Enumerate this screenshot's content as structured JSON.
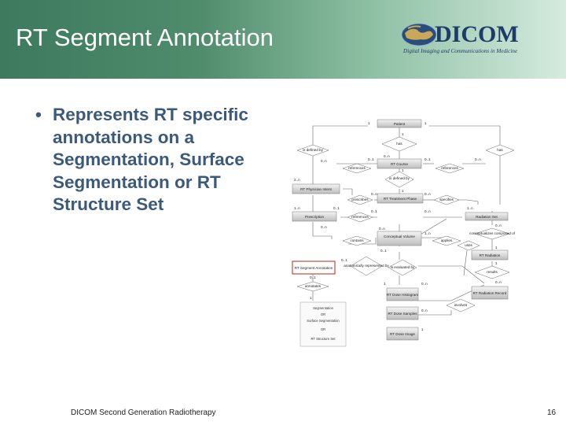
{
  "slide": {
    "title": "RT Segment Annotation",
    "bullet": "Represents RT specific annotations on a Segmentation, Surface Segmentation or RT Structure Set",
    "footer": "DICOM Second Generation Radiotherapy",
    "page_number": "16"
  },
  "logo": {
    "name": "DICOM",
    "tagline": "Digital Imaging and Communications in Medicine"
  },
  "colors": {
    "header_dark": "#3d7a5e",
    "header_light": "#d5ebde",
    "bullet_text": "#3b5a7a",
    "highlight": "#c0392b"
  },
  "diagram": {
    "entities": {
      "patient": "Patient",
      "rt_course": "RT Course",
      "rt_physician_intent": "RT Physician Intent",
      "rt_treatment_phase": "RT Treatment Phase",
      "prescription": "Prescription",
      "conceptual_volume": "Conceptual Volume",
      "radiation_set": "Radiation Set",
      "rt_radiation": "RT Radiation",
      "rt_segment_annotation": "RT Segment Annotation",
      "rt_dose_histogram": "RT Dose Histogram",
      "rt_dose_samples": "RT Dose Samples",
      "rt_dose_image": "RT Dose Image",
      "rt_radiation_record": "RT Radiation Record",
      "segmentation": "Segmentation",
      "or1": "OR",
      "surface_segmentation": "Surface Segmentation",
      "or2": "OR",
      "rt_structure_set": "RT Structure Set"
    },
    "relations": {
      "has1": "has",
      "has2": "has",
      "references1": "references",
      "references2": "references",
      "references3": "references",
      "is_defined_by": "is defined by",
      "prescribes": "prescribes",
      "specifies": "specifies",
      "contains": "contains",
      "applies": "applies",
      "is_defined_by2": "is defined by",
      "uses": "uses",
      "anatomically_represented_by": "anatomically represented by",
      "annotates": "annotates",
      "conceptualizes_composed_of": "conceptualizes composed of",
      "results": "results",
      "is_evaluated_by": "is evaluated by",
      "involves": "involves"
    },
    "cardinalities": {
      "c1": "1",
      "c2": "1",
      "c3": "1",
      "c4": "0..n",
      "c5": "0..1",
      "c6": "0..n",
      "c7": "0..n",
      "c8": "0..1",
      "c9": "1",
      "c10": "1",
      "c11": "2..n",
      "c12": "0..n",
      "c13": "0..n",
      "c14": "1..n",
      "c15": "0..1",
      "c16": "1..n",
      "c17": "0..1",
      "c18": "0..n",
      "c19": "0..n",
      "c20": "0..n",
      "c21": "1..n",
      "c22": "0..n",
      "c23": "0..1",
      "c24": "0..1",
      "c25": "1",
      "c26": "0..1",
      "c27": "1",
      "c28": "0..n",
      "c29": "1",
      "c30": "0..n",
      "c31": "0..n",
      "c32": "1",
      "c33": "1"
    }
  }
}
